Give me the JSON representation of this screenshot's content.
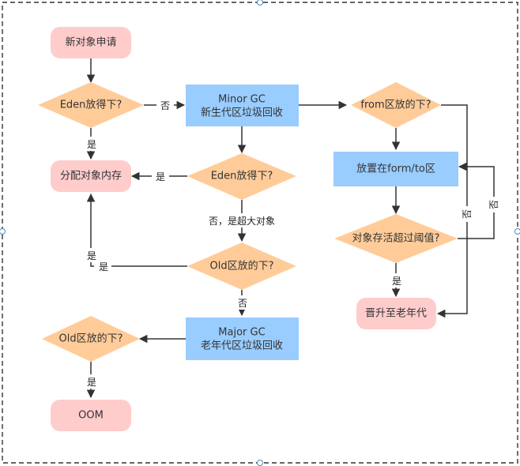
{
  "colors": {
    "terminal_fill": "#FFCCCC",
    "process_fill": "#99CCFF",
    "decision_fill": "#FFCC99",
    "edge": "#333333",
    "frame": "#333333",
    "handle_fill": "#ffffff",
    "handle_stroke": "#4A8BC4"
  },
  "nodes": {
    "new_object": {
      "text": "新对象申请"
    },
    "eden_check_1": {
      "text": "Eden放得下?"
    },
    "allocate_memory": {
      "text": "分配对象内存"
    },
    "minor_gc": {
      "line1": "Minor GC",
      "line2": "新生代区垃圾回收"
    },
    "eden_check_2": {
      "text": "Eden放得下?"
    },
    "old_check_1": {
      "text": "Old区放的下?"
    },
    "major_gc": {
      "line1": "Major GC",
      "line2": "老年代区垃圾回收"
    },
    "old_check_2": {
      "text": "Old区放的下?"
    },
    "oom": {
      "text": "OOM"
    },
    "from_check": {
      "text": "from区放的下?"
    },
    "place_from_to": {
      "text": "放置在form/to区"
    },
    "age_check": {
      "text": "对象存活超过阈值?"
    },
    "promote_old": {
      "text": "晋升至老年代"
    }
  },
  "edge_labels": {
    "eden1_no": "否",
    "eden1_yes": "是",
    "eden2_yes": "是",
    "eden2_no_large": "否，是超大对象",
    "old1_yes_right": "是",
    "old1_yes_left": "是",
    "old1_no": "否",
    "old2_yes": "是",
    "from_no": "否",
    "age_no": "否",
    "age_yes": "是"
  }
}
